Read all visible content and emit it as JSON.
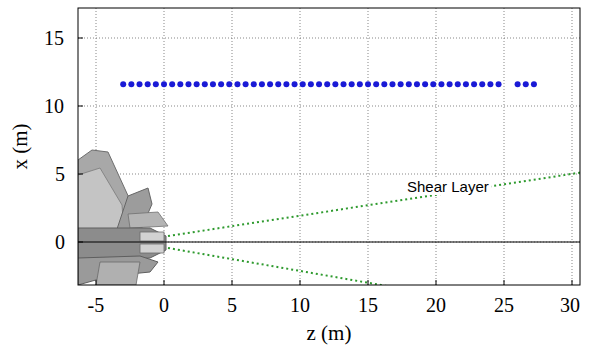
{
  "diagram": {
    "labels": [
      "15",
      "10",
      "5",
      "0",
      "-5",
      "0",
      "5",
      "10",
      "15",
      "20",
      "25",
      "30",
      "x (m)",
      "z (m)",
      "Shear Layer"
    ]
  }
}
